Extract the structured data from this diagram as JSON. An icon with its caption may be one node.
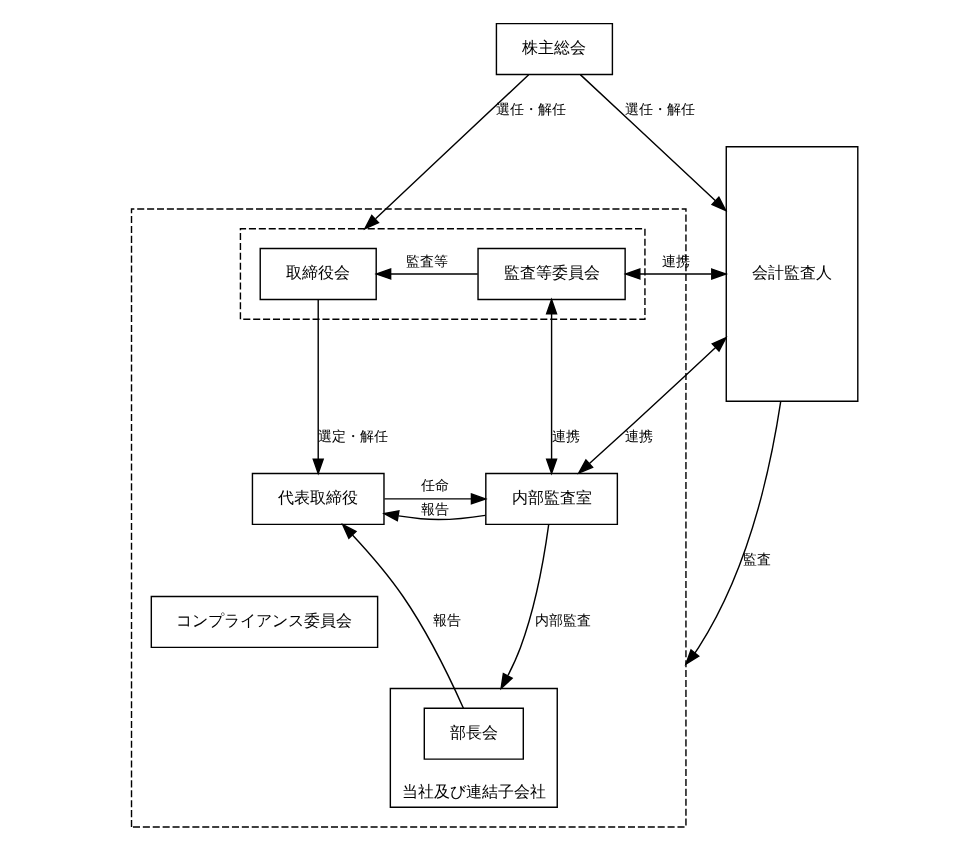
{
  "diagram": {
    "nodes": [
      {
        "text": [
          "株主総会"
        ]
      },
      {
        "text": [],
        "shape": "box"
      },
      {
        "text": [],
        "shape": "box",
        "in": 1
      },
      {
        "text": [
          "取締役会"
        ],
        "in": 2
      },
      {
        "text": [
          "監査等委員会"
        ],
        "in": 2
      },
      {
        "text": [
          "代表取締役"
        ],
        "in": 1
      },
      {
        "text": [
          "内部監査室"
        ],
        "in": 1
      },
      {
        "text": [
          "コンプライアンス委員会"
        ],
        "in": 1
      },
      {
        "text": [
          "当社及び連結子会社"
        ],
        "in": 1
      },
      {
        "text": [
          "部長会"
        ],
        "in": 8
      },
      {
        "text": [
          "会計監査人"
        ]
      }
    ],
    "edges": [
      {
        "from": 0,
        "to": 2,
        "arrow": "to",
        "label": "選任・解任"
      },
      {
        "from": 0,
        "to": 10,
        "arrow": "to",
        "label": "選任・解任"
      },
      {
        "from": 4,
        "to": 3,
        "arrow": "to",
        "label": "監査等"
      },
      {
        "from": 4,
        "to": 10,
        "arrow": "both",
        "label": "連携"
      },
      {
        "from": 3,
        "to": 5,
        "arrow": "to",
        "label": "選定・解任"
      },
      {
        "from": 4,
        "to": 6,
        "arrow": "both",
        "label": "連携"
      },
      {
        "from": 5,
        "to": 6,
        "arrow": "to",
        "label": "任命"
      },
      {
        "from": 6,
        "to": 5,
        "arrow": "to",
        "label": "報告"
      },
      {
        "from": 6,
        "to": 10,
        "arrow": "both",
        "label": "連携"
      },
      {
        "from": 6,
        "to": 8,
        "arrow": "to",
        "label": "内部監査"
      },
      {
        "from": 9,
        "to": 5,
        "arrow": "to",
        "label": "報告"
      },
      {
        "from": 10,
        "to": 1,
        "arrow": "to",
        "label": "監査"
      }
    ]
  }
}
